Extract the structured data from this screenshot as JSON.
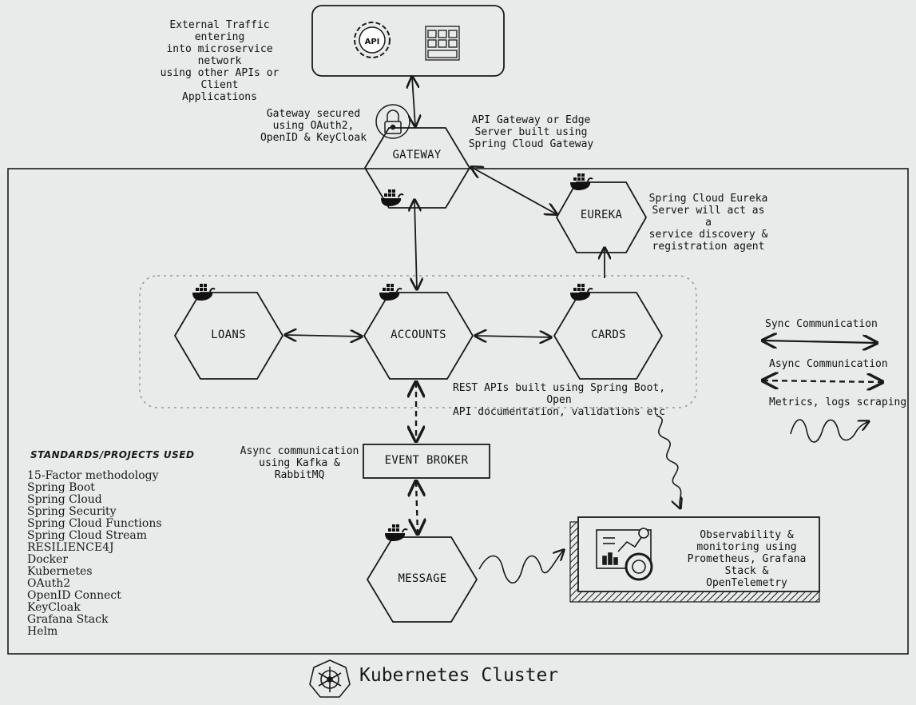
{
  "external": {
    "note": "External Traffic entering\ninto microservice network\nusing other APIs or Client\nApplications",
    "api_label": "API"
  },
  "gateway": {
    "label": "GATEWAY",
    "security_note": "Gateway secured\nusing OAuth2,\nOpenID & KeyCloak",
    "note": "API Gateway or Edge\nServer built using\nSpring Cloud Gateway"
  },
  "eureka": {
    "label": "EUREKA",
    "note": "Spring Cloud Eureka\nServer will act as a\nservice discovery &\nregistration agent"
  },
  "services": {
    "loans": "LOANS",
    "accounts": "ACCOUNTS",
    "cards": "CARDS",
    "note": "REST APIs built using Spring Boot, Open\nAPI documentation, validations etc"
  },
  "broker": {
    "label": "EVENT BROKER",
    "note": "Async communication\nusing Kafka &\nRabbitMQ"
  },
  "message": {
    "label": "MESSAGE"
  },
  "observability": {
    "note": "Observability &\nmonitoring using\nPrometheus, Grafana\nStack & OpenTelemetry"
  },
  "legend": {
    "sync": "Sync Communication",
    "async": "Async Communication",
    "metrics": "Metrics, logs scraping"
  },
  "standards": {
    "title": "STANDARDS/PROJECTS USED",
    "items": [
      "15-Factor methodology",
      "Spring Boot",
      "Spring Cloud",
      "Spring Security",
      "Spring Cloud Functions",
      "Spring Cloud Stream",
      "RESILIENCE4J",
      "Docker",
      "Kubernetes",
      "OAuth2",
      "OpenID Connect",
      "KeyCloak",
      "Grafana Stack",
      "Helm"
    ]
  },
  "cluster": {
    "caption": "Kubernetes Cluster"
  },
  "colors": {
    "background": "#e9eaea",
    "stroke": "#1a1a1a",
    "dashed_group": "#9a9a9a"
  }
}
